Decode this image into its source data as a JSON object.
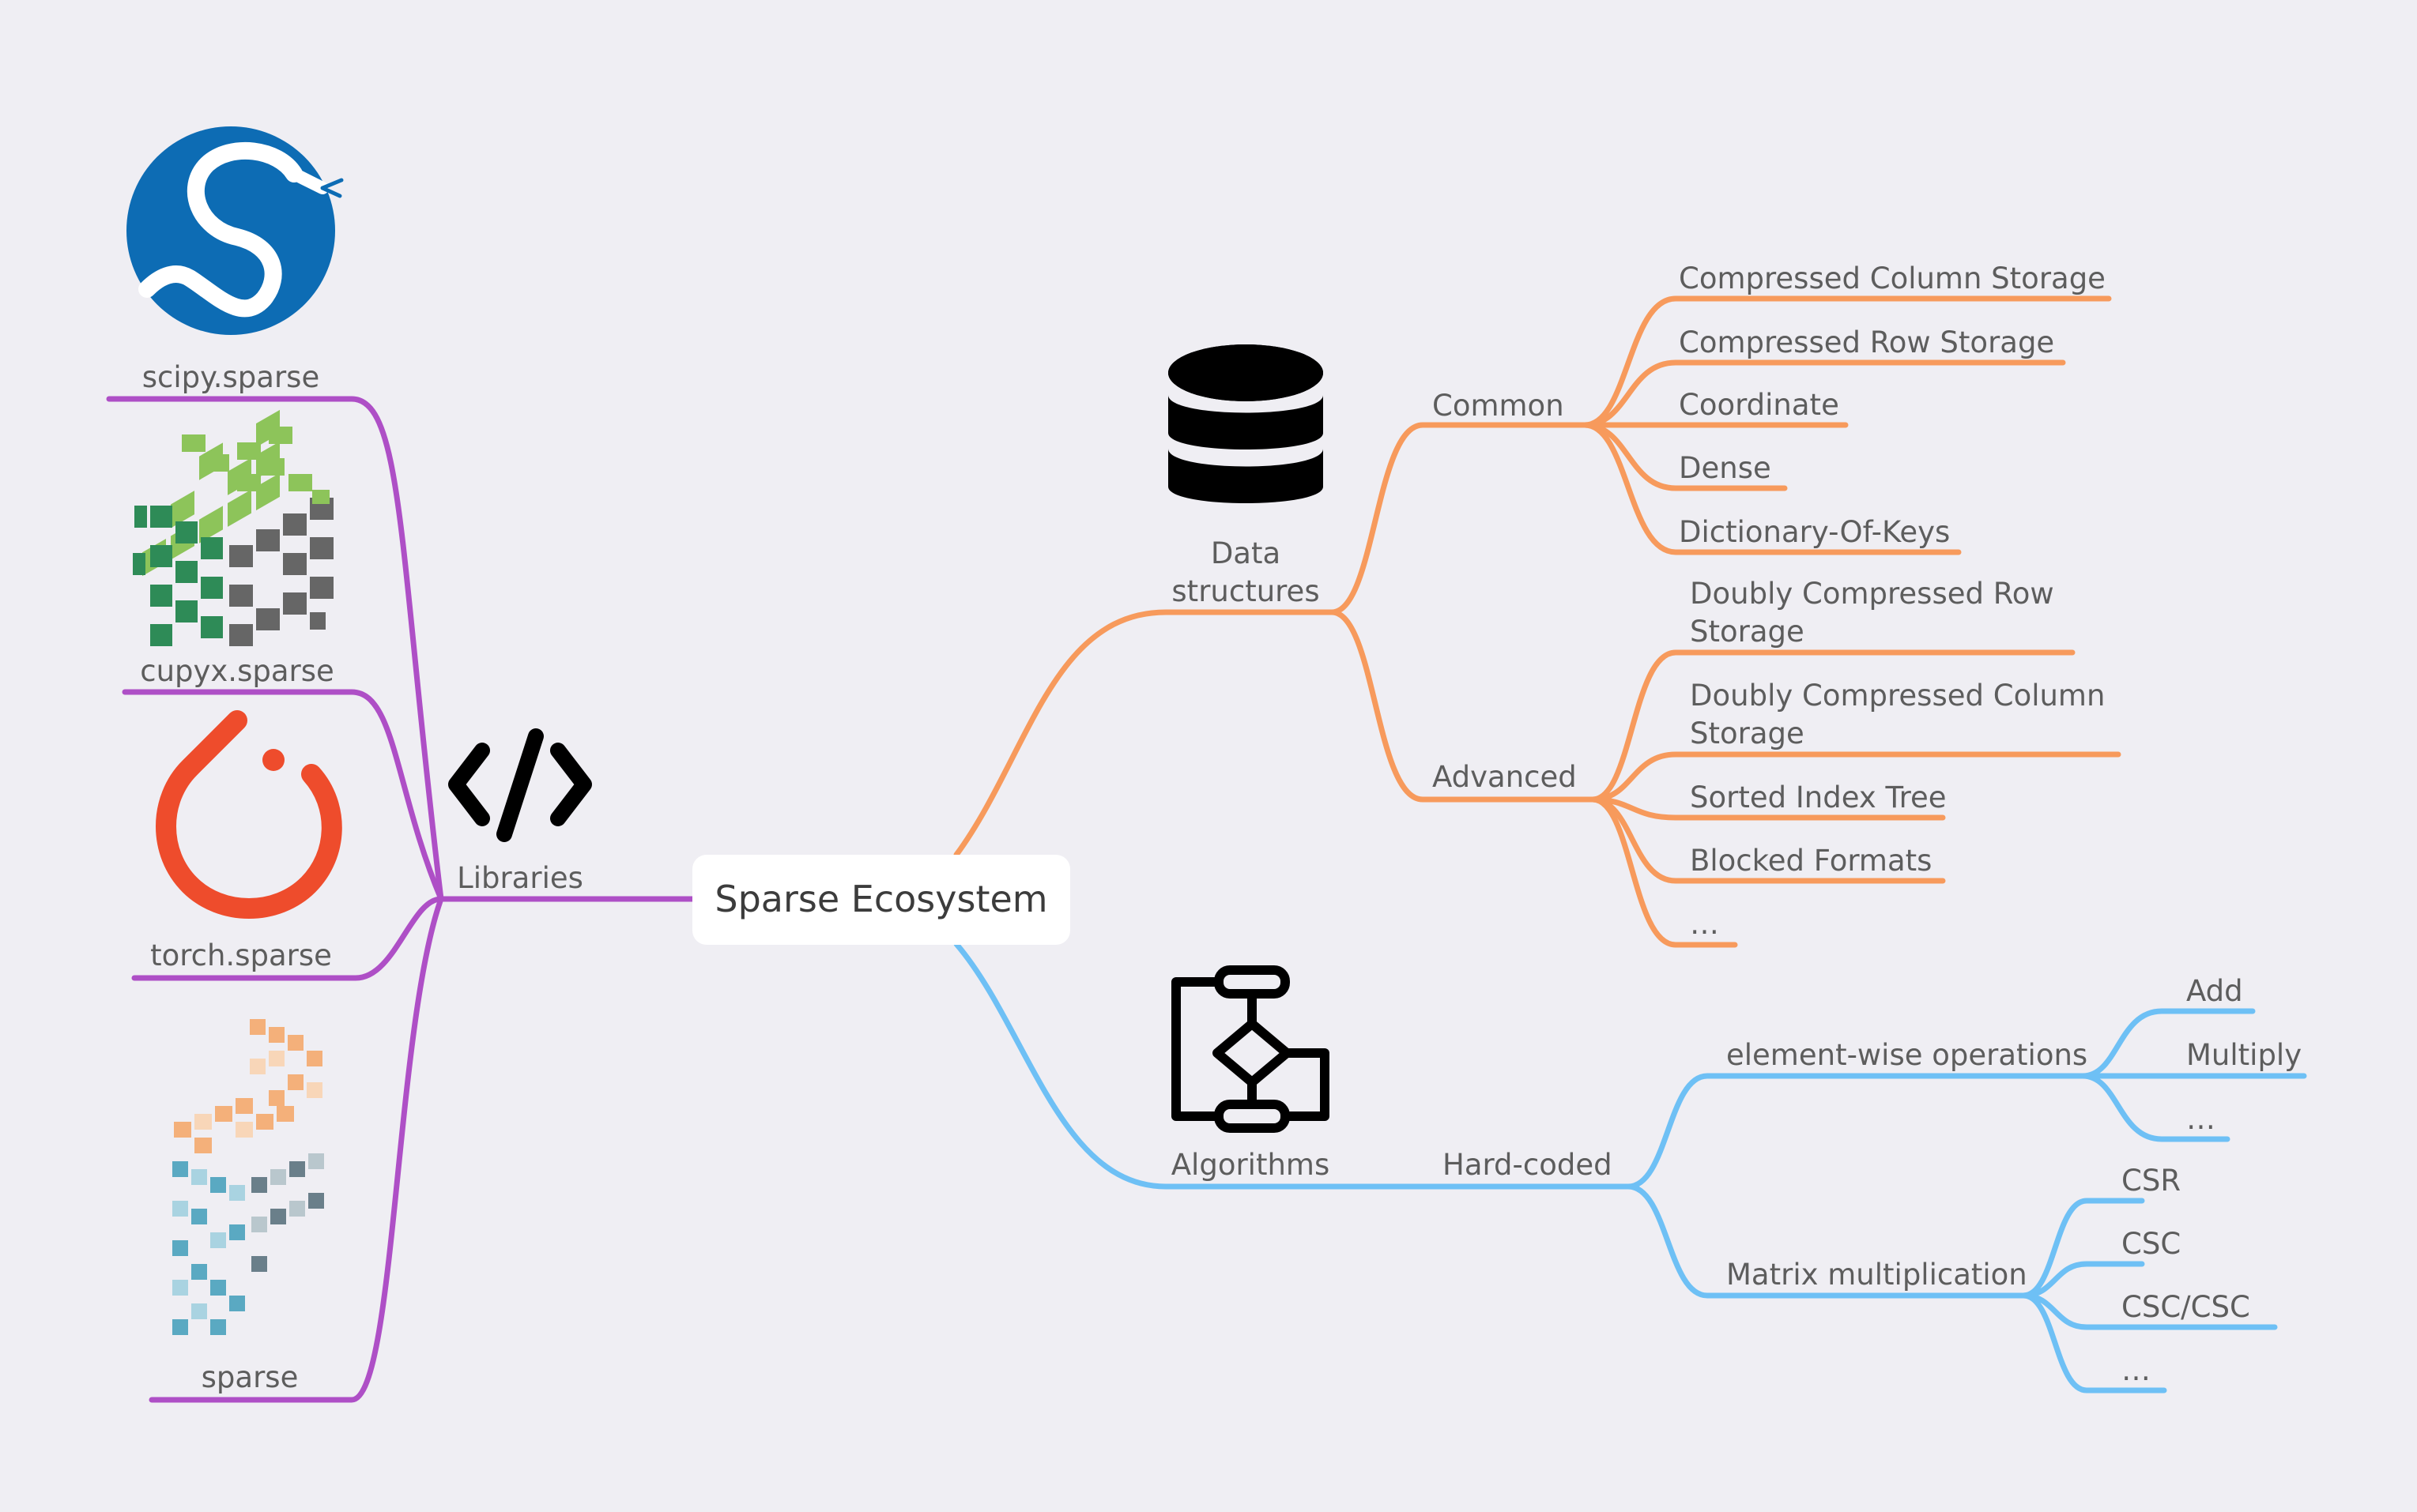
{
  "root": {
    "label": "Sparse Ecosystem"
  },
  "colors": {
    "libraries": "#ae4fc6",
    "data_structures": "#f79a5c",
    "algorithms": "#6ec0f5",
    "background": "#efeef3"
  },
  "libraries": {
    "label": "Libraries",
    "icon": "code-brackets-icon",
    "items": [
      {
        "label": "scipy.sparse",
        "icon": "scipy-logo"
      },
      {
        "label": "cupyx.sparse",
        "icon": "cupy-logo"
      },
      {
        "label": "torch.sparse",
        "icon": "pytorch-logo"
      },
      {
        "label": "sparse",
        "icon": "pydata-sparse-logo"
      }
    ]
  },
  "data_structures": {
    "label_line1": "Data",
    "label_line2": "structures",
    "icon": "database-icon",
    "common": {
      "label": "Common",
      "items": [
        "Compressed Column Storage",
        "Compressed Row Storage",
        "Coordinate",
        "Dense",
        "Dictionary-Of-Keys"
      ]
    },
    "advanced": {
      "label": "Advanced",
      "items": [
        {
          "line1": "Doubly Compressed Row",
          "line2": "Storage"
        },
        {
          "line1": "Doubly Compressed Column",
          "line2": "Storage"
        },
        {
          "line1": "Sorted Index Tree",
          "line2": ""
        },
        {
          "line1": "Blocked Formats",
          "line2": ""
        },
        {
          "line1": "…",
          "line2": ""
        }
      ]
    }
  },
  "algorithms": {
    "label": "Algorithms",
    "icon": "flowchart-icon",
    "hard_coded": {
      "label": "Hard-coded",
      "elementwise": {
        "label": "element-wise operations",
        "items": [
          "Add",
          "Multiply",
          "…"
        ]
      },
      "matmul": {
        "label": "Matrix multiplication",
        "items": [
          "CSR",
          "CSC",
          "CSC/CSC",
          "…"
        ]
      }
    }
  }
}
